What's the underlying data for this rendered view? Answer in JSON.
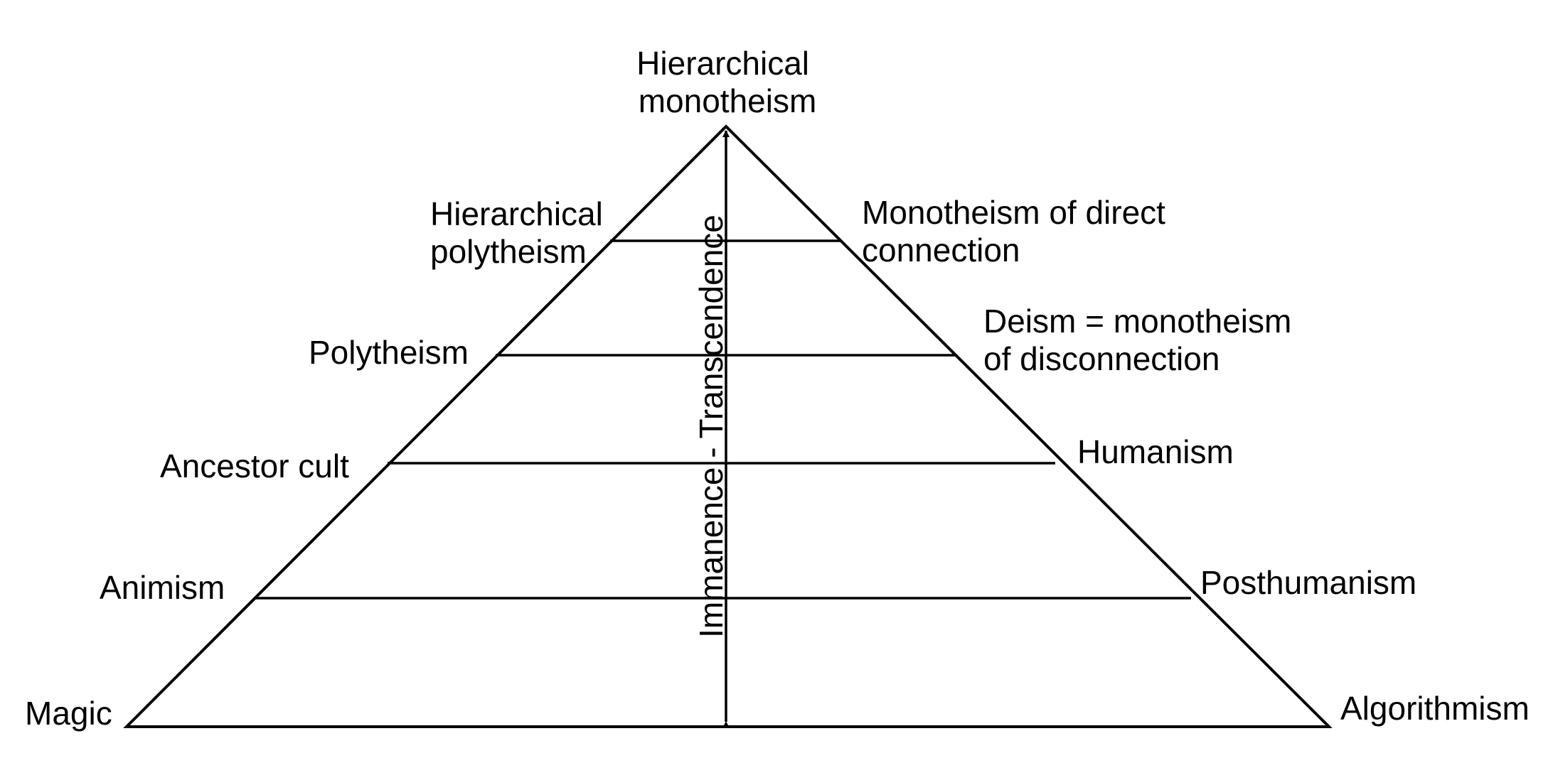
{
  "diagram": {
    "top_label": [
      "Hierarchical",
      "monotheism"
    ],
    "axis_label": "Immanence - Transcendence",
    "left_labels": [
      {
        "id": "magic",
        "lines": [
          "Magic"
        ]
      },
      {
        "id": "animism",
        "lines": [
          "Animism"
        ]
      },
      {
        "id": "ancestor-cult",
        "lines": [
          "Ancestor cult"
        ]
      },
      {
        "id": "polytheism",
        "lines": [
          "Polytheism"
        ]
      },
      {
        "id": "hierarchical-polytheism",
        "lines": [
          "Hierarchical",
          "polytheism"
        ]
      }
    ],
    "right_labels": [
      {
        "id": "algorithmism",
        "lines": [
          "Algorithmism"
        ]
      },
      {
        "id": "posthumanism",
        "lines": [
          "Posthumanism"
        ]
      },
      {
        "id": "humanism",
        "lines": [
          "Humanism"
        ]
      },
      {
        "id": "deism",
        "lines": [
          "Deism = monotheism",
          "of disconnection"
        ]
      },
      {
        "id": "monotheism-direct",
        "lines": [
          "Monotheism of direct",
          "connection"
        ]
      }
    ]
  }
}
